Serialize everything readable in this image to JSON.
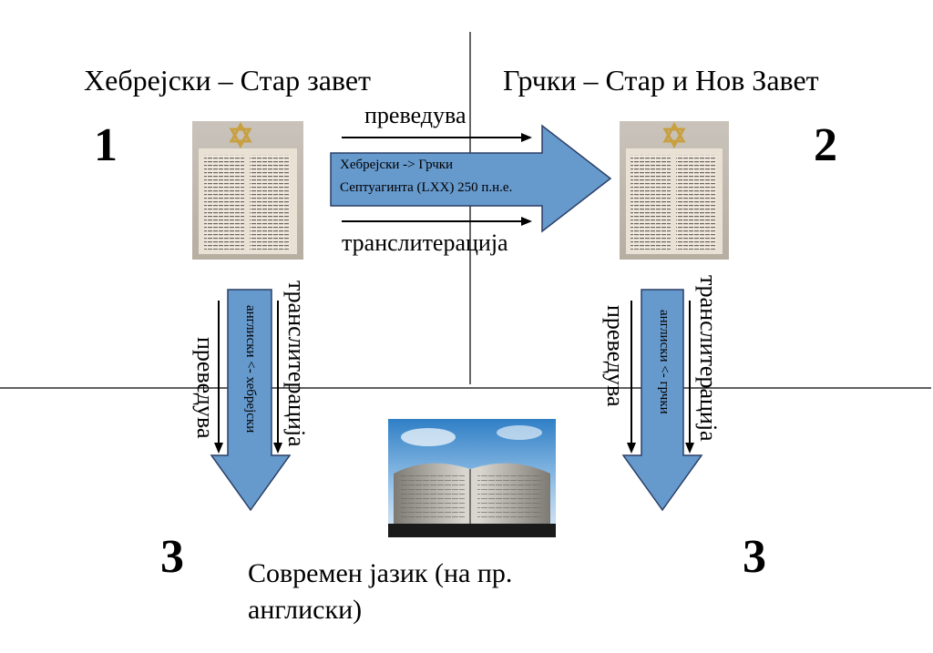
{
  "titles": {
    "left": "Хебрејски – Стар завет",
    "right": "Грчки  – Стар и Нов Завет"
  },
  "numbers": {
    "one": "1",
    "two": "2",
    "three_left": "3",
    "three_right": "3"
  },
  "arrows": {
    "top_label": "преведува",
    "bottom_label": "транслитерација",
    "big_arrow_line1": "Хебрејски -> Грчки",
    "big_arrow_line2": "Септуагинта (LXX) 250 п.н.е.",
    "left_down_inner": "англиски <- хебрејски",
    "left_down_outer_left": "преведува",
    "left_down_outer_right": "транслитерација",
    "right_down_inner": "англиски <- грчки",
    "right_down_outer_left": "преведува",
    "right_down_outer_right": "транслитерација"
  },
  "caption": {
    "line1": "Современ јазик (на пр.",
    "line2": "англиски)"
  },
  "colors": {
    "arrow_fill": "#6699cc",
    "arrow_stroke": "#2a3f66"
  }
}
